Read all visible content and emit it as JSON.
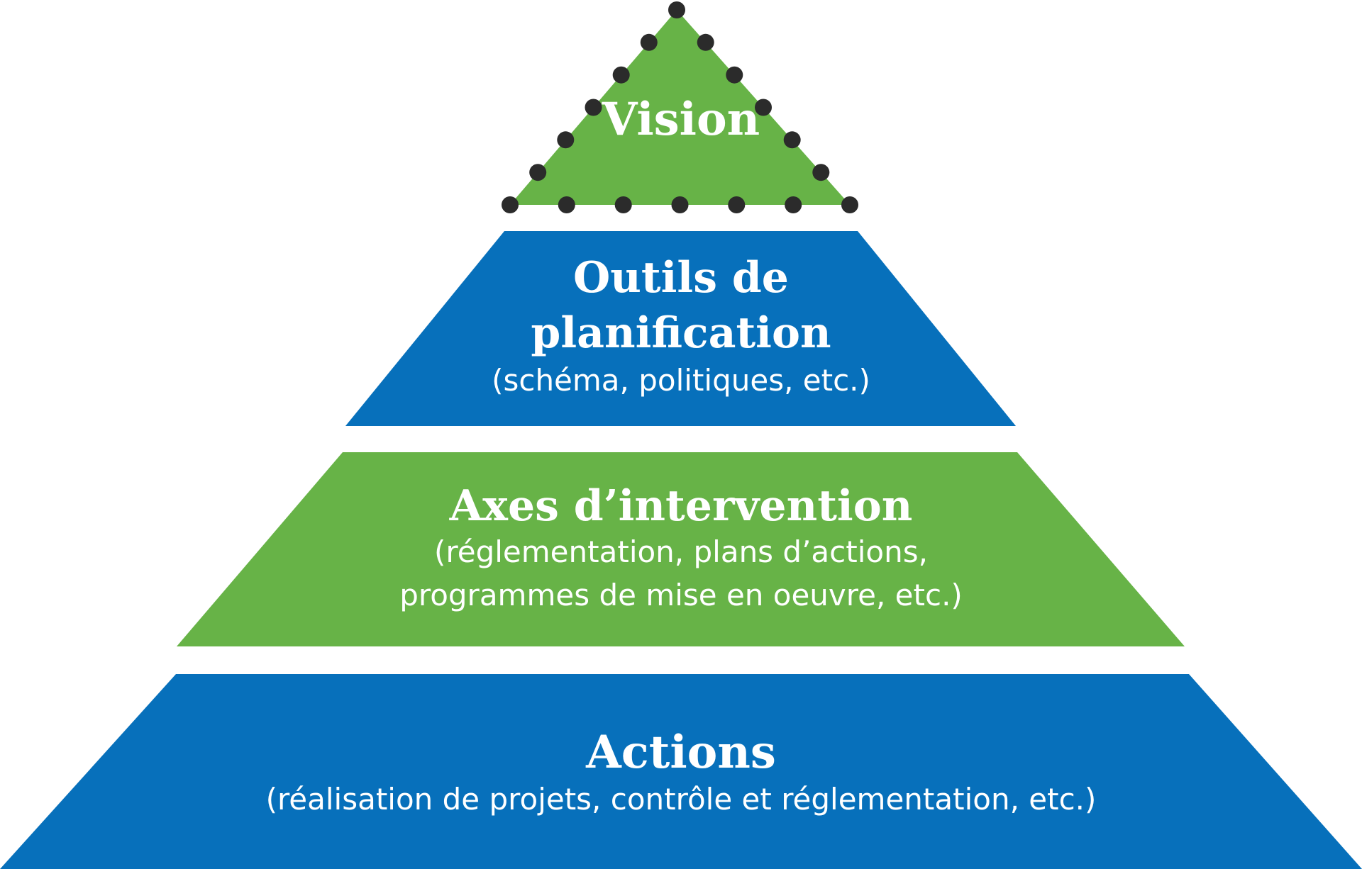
{
  "colors": {
    "green": "#67b347",
    "blue": "#0770bb",
    "text": "#ffffff",
    "dot": "#2b2b2b",
    "background": "#ffffff"
  },
  "levels": {
    "vision": {
      "title": "Vision"
    },
    "outils": {
      "title_line1": "Outils de",
      "title_line2": "planification",
      "subtitle": "(schéma, politiques, etc.)"
    },
    "axes": {
      "title": "Axes d’intervention",
      "subtitle_line1": "(réglementation, plans d’actions,",
      "subtitle_line2": "programmes de mise en oeuvre, etc.)"
    },
    "actions": {
      "title": "Actions",
      "subtitle": "(réalisation de projets, contrôle et réglementation, etc.)"
    }
  }
}
